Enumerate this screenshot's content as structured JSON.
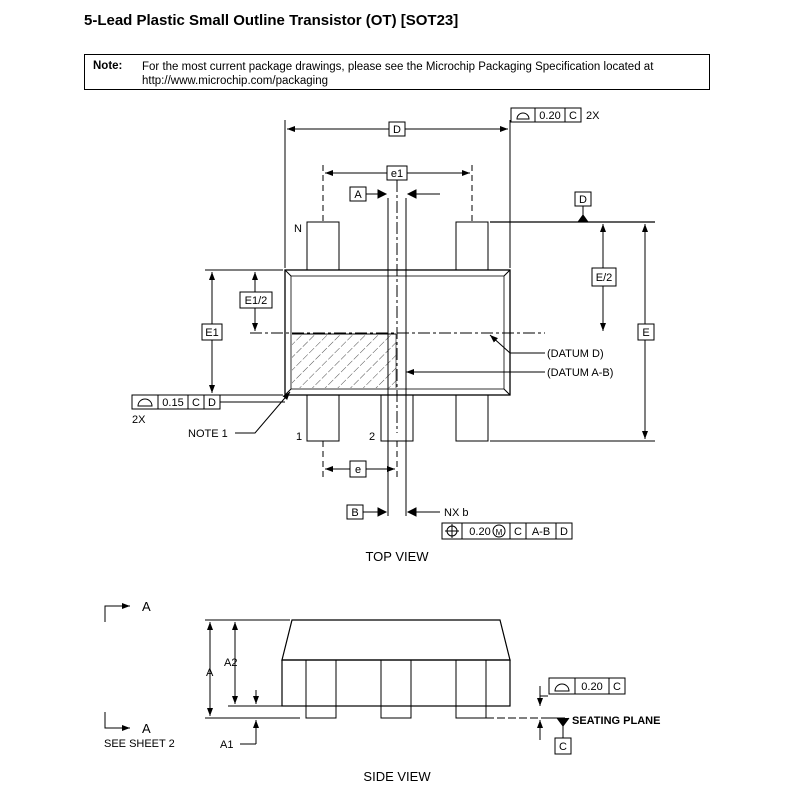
{
  "title": "5-Lead Plastic Small Outline Transistor (OT)  [SOT23]",
  "note": {
    "label": "Note:",
    "line1": "For the most current package drawings, please see the Microchip Packaging Specification located at",
    "line2": "http://www.microchip.com/packaging"
  },
  "top_view": {
    "caption": "TOP VIEW",
    "dim_D": "D",
    "dim_e1": "e1",
    "dim_e": "e",
    "dim_E": "E",
    "dim_E_half": "E/2",
    "dim_E1": "E1",
    "dim_E1_half": "E1/2",
    "datum_A": "A",
    "datum_B": "B",
    "datum_D": "D",
    "pin_N": "N",
    "pin_1": "1",
    "pin_2": "2",
    "datum_D_label": "(DATUM D)",
    "datum_AB_label": "(DATUM A-B)",
    "note1": "NOTE 1",
    "nxb": "NX b",
    "fcf_top": {
      "tol": "0.20",
      "ref": "C",
      "mult": "2X"
    },
    "fcf_left": {
      "tol": "0.15",
      "ref1": "C",
      "ref2": "D",
      "mult": "2X"
    },
    "fcf_pos": {
      "tol": "0.20",
      "modifier": "M",
      "ref1": "C",
      "ref2": "A-B",
      "ref3": "D"
    }
  },
  "side_view": {
    "caption": "SIDE VIEW",
    "section_A": "A",
    "see_sheet": "SEE SHEET 2",
    "dim_A": "A",
    "dim_A1": "A1",
    "dim_A2": "A2",
    "seating_plane": "SEATING PLANE",
    "datum_C": "C",
    "fcf_seat": {
      "tol": "0.20",
      "ref": "C"
    }
  }
}
